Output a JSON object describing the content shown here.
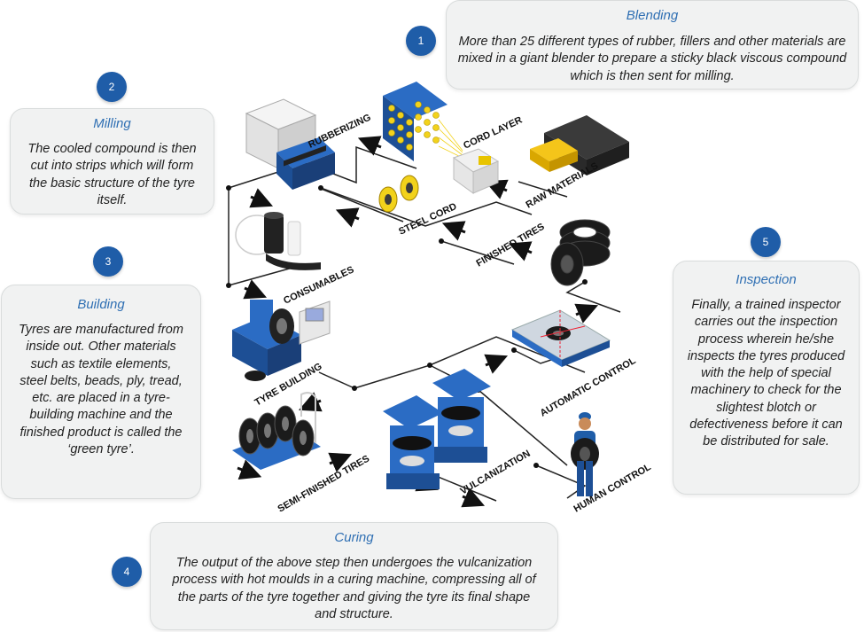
{
  "steps": [
    {
      "number": "1",
      "title": "Blending",
      "text": "More than 25 different types of rubber, fillers and other materials are mixed in a giant blender to prepare a sticky black viscous compound which is then sent for milling."
    },
    {
      "number": "2",
      "title": "Milling",
      "text": "The cooled compound is then cut into strips which will form the basic structure of the tyre itself."
    },
    {
      "number": "3",
      "title": "Building",
      "text": "Tyres are manufactured from inside out. Other materials such as textile elements, steel belts, beads, ply, tread, etc. are placed in a tyre-building machine and the finished product is called the ‘green tyre’."
    },
    {
      "number": "4",
      "title": "Curing",
      "text": "The output of the above step then undergoes the vulcanization process with hot moulds in a curing machine, compressing all of the parts of the tyre together and giving the tyre its final shape and structure."
    },
    {
      "number": "5",
      "title": "Inspection",
      "text": "Finally, a trained inspector carries out the inspection process wherein he/she inspects the tyres produced with the help of special machinery to check for the slightest blotch or defectiveness before it can be distributed for sale."
    }
  ],
  "stations": {
    "rubberizing": "RUBBERIZING",
    "cord_layer": "CORD LAYER",
    "raw_materials": "RAW MATERIALS",
    "steel_cord": "STEEL CORD",
    "finished_tires": "FINISHED TIRES",
    "consumables": "CONSUMABLES",
    "tyre_building": "TYRE BUILDING",
    "automatic_control": "AUTOMATIC CONTROL",
    "vulcanization": "VULCANIZATION",
    "semi_finished_tires": "SEMI-FINISHED TIRES",
    "human_control": "HUMAN CONTROL"
  },
  "colors": {
    "accent": "#2f6fb3",
    "badge": "#1f5da8",
    "machine_blue": "#2b6cc4",
    "box_bg": "#f1f2f2"
  }
}
